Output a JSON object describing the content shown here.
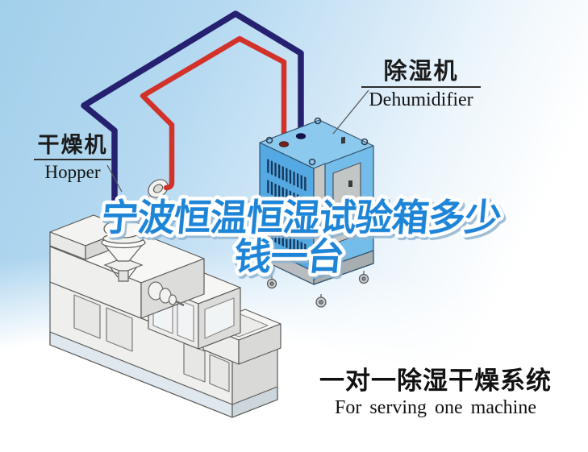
{
  "labels": {
    "hopper": {
      "zh": "干燥机",
      "en": "Hopper"
    },
    "dehumidifier": {
      "zh": "除湿机",
      "en": "Dehumidifier"
    }
  },
  "title": {
    "line1": "宁波恒温恒湿试验箱多少",
    "line2": "钱一台",
    "color": "#1a85d8"
  },
  "caption": {
    "zh": "一对一除湿干燥系统",
    "en": "For serving one machine"
  },
  "colors": {
    "sky_top": "#a2cfeb",
    "hot_pipe_red": "#d23229",
    "cold_pipe_navy": "#262070",
    "dehumidifier_side_blue": "#54a9e2",
    "dehumidifier_right_blue": "#74bdea",
    "dehumidifier_top_blue": "#8cc9ef",
    "title_blue": "#1a85d8"
  }
}
